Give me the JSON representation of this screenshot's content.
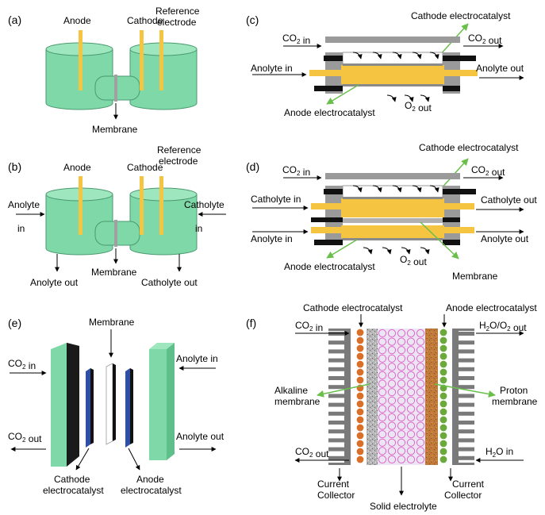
{
  "panels": {
    "a": {
      "label": "(a)",
      "anode": "Anode",
      "cathode": "Cathode",
      "reference": [
        "Reference",
        "electrode"
      ],
      "membrane": "Membrane"
    },
    "b": {
      "label": "(b)",
      "anode": "Anode",
      "cathode": "Cathode",
      "reference": [
        "Reference",
        "electrode"
      ],
      "membrane": "Membrane",
      "anolyte_in": [
        "Anolyte",
        "in"
      ],
      "catholyte_in": [
        "Catholyte",
        "in"
      ],
      "anolyte_out": "Anolyte out",
      "catholyte_out": "Catholyte out"
    },
    "c": {
      "label": "(c)",
      "cathode_electrocatalyst": "Cathode electrocatalyst",
      "co2_in": "CO2 in",
      "co2_out": "CO2 out",
      "anolyte_in": "Anolyte in",
      "anolyte_out": "Anolyte out",
      "anode_electrocatalyst": "Anode electrocatalyst",
      "o2_out": "O2 out"
    },
    "d": {
      "label": "(d)",
      "cathode_electrocatalyst": "Cathode electrocatalyst",
      "co2_in": "CO2 in",
      "co2_out": "CO2 out",
      "catholyte_in": "Catholyte in",
      "catholyte_out": "Catholyte out",
      "anolyte_in": "Anolyte in",
      "anolyte_out": "Anolyte out",
      "anode_electrocatalyst": "Anode electrocatalyst",
      "o2_out": "O2 out",
      "membrane": "Membrane"
    },
    "e": {
      "label": "(e)",
      "membrane": "Membrane",
      "co2_in": "CO2 in",
      "co2_out": "CO2 out",
      "anolyte_in": "Anolyte in",
      "anolyte_out": "Anolyte out",
      "cathode_electrocatalyst": [
        "Cathode",
        "electrocatalyst"
      ],
      "anode_electrocatalyst": [
        "Anode",
        "electrocatalyst"
      ]
    },
    "f": {
      "label": "(f)",
      "cathode_electrocatalyst": "Cathode electrocatalyst",
      "anode_electrocatalyst": "Anode electrocatalyst",
      "co2_in": "CO2 in",
      "h2o_o2_out": "H2O/O2 out",
      "alkaline_membrane": [
        "Alkaline",
        "membrane"
      ],
      "proton_membrane": [
        "Proton",
        "membrane"
      ],
      "co2_out": "CO2 out",
      "h2o_in": "H2O in",
      "current_collector_left": [
        "Current",
        "Collector"
      ],
      "current_collector_right": [
        "Current",
        "Collector"
      ],
      "solid_electrolyte": "Solid electrolyte"
    }
  },
  "colors": {
    "electrolyte_green": "#7fd8a8",
    "electrode_yellow": "#f5c542",
    "membrane_gray": "#a0a0a0",
    "frame_gray": "#9a9a9a",
    "catalyst_blue": "#2e4fa3",
    "cathode_particle": "#d9702a",
    "anode_particle": "#6aaa3a",
    "porous_brown": "#c07a3a",
    "solid_electrolyte": "#ece6f4",
    "circle_pink": "#e066c8",
    "pointer_green": "#6abf4b"
  }
}
